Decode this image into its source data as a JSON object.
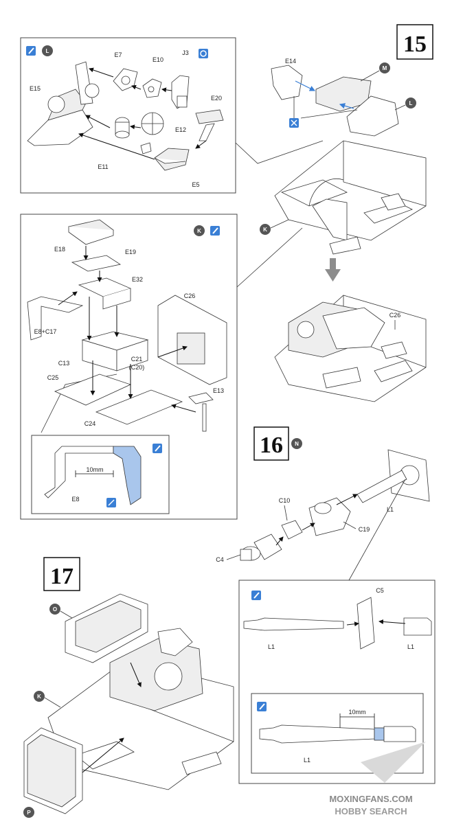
{
  "steps": {
    "s15": "15",
    "s16": "16",
    "s17": "17"
  },
  "callouts": {
    "box_l": "L",
    "box_k": "K",
    "step15_m": "M",
    "step15_l": "L",
    "step15_k": "K",
    "step16_n": "N",
    "step17_o": "O",
    "step17_k": "K",
    "step17_p": "P"
  },
  "labels": {
    "e7": "E7",
    "e10": "E10",
    "j3": "J3",
    "e15": "E15",
    "e20": "E20",
    "e12": "E12",
    "e11": "E11",
    "e5": "E5",
    "e14": "E14",
    "e18": "E18",
    "e19": "E19",
    "e32": "E32",
    "c26a": "C26",
    "e8c17": "E8+C17",
    "c13": "C13",
    "c21": "C21",
    "c20": "(C20)",
    "c25": "C25",
    "e13": "E13",
    "c24": "C24",
    "e8": "E8",
    "c26b": "C26",
    "l1a": "L1",
    "c10": "C10",
    "c19": "C19",
    "c4": "C4",
    "c5": "C5",
    "l1b": "L1",
    "l1c": "L1",
    "l1d": "L1"
  },
  "measurements": {
    "m1": "10mm",
    "m2": "10mm"
  },
  "watermark": {
    "line1": "MOXINGFANS.COM",
    "line2": "HOBBY SEARCH"
  },
  "colors": {
    "blue": "#3a7fd5",
    "highlight": "#a9c6ec",
    "callout": "#555555",
    "ink": "#222222"
  }
}
